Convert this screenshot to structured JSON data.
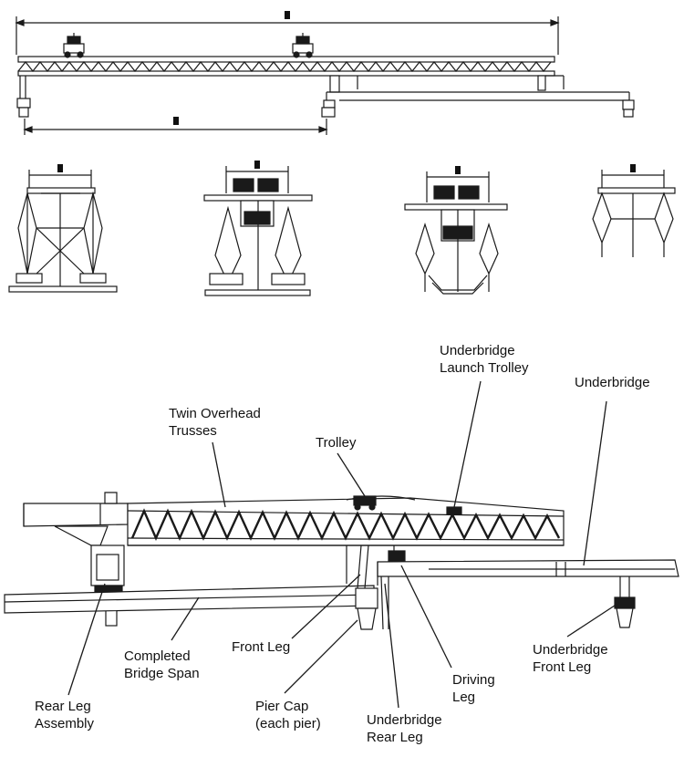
{
  "labels": {
    "underbridge_launch_trolley": "Underbridge\nLaunch Trolley",
    "underbridge": "Underbridge",
    "twin_overhead_trusses": "Twin Overhead\nTrusses",
    "trolley": "Trolley",
    "completed_bridge_span": "Completed\nBridge Span",
    "front_leg": "Front Leg",
    "rear_leg_assembly": "Rear Leg\nAssembly",
    "pier_cap": "Pier Cap\n(each pier)",
    "underbridge_rear_leg": "Underbridge\nRear Leg",
    "driving_leg": "Driving\nLeg",
    "underbridge_front_leg": "Underbridge\nFront Leg"
  },
  "colors": {
    "line": "#1a1a1a",
    "gray": "#555555",
    "background": "#ffffff"
  }
}
